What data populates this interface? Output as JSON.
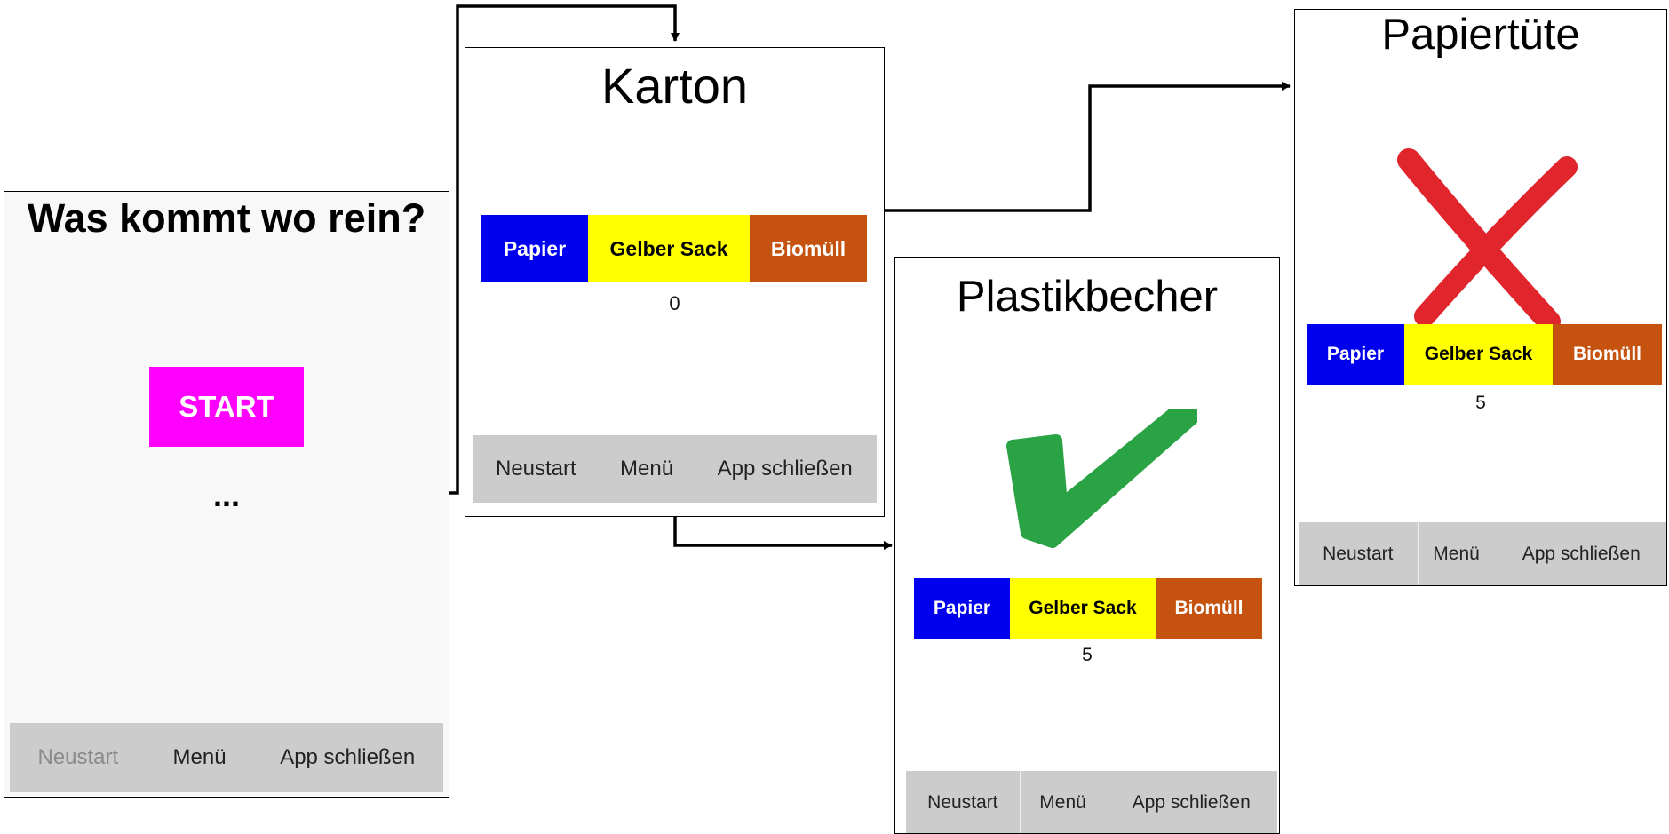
{
  "colors": {
    "papier": "#0000ee",
    "gelber_sack": "#ffff00",
    "biomuell": "#c6520f",
    "start_button": "#ff00ff",
    "check_mark": "#2aa345",
    "cross_mark": "#e0262c",
    "bottom_bar": "#cccccc"
  },
  "start_screen": {
    "title": "Was kommt wo rein?",
    "start_label": "START",
    "dots": "...",
    "bottom_bar": {
      "restart": "Neustart",
      "menu": "Menü",
      "close": "App schließen"
    }
  },
  "karton_screen": {
    "title": "Karton",
    "bins": {
      "papier": "Papier",
      "gelber_sack": "Gelber Sack",
      "biomuell": "Biomüll"
    },
    "score": "0",
    "bottom_bar": {
      "restart": "Neustart",
      "menu": "Menü",
      "close": "App schließen"
    }
  },
  "plastik_screen": {
    "title": "Plastikbecher",
    "feedback_icon": "check-mark-icon",
    "bins": {
      "papier": "Papier",
      "gelber_sack": "Gelber Sack",
      "biomuell": "Biomüll"
    },
    "score": "5",
    "bottom_bar": {
      "restart": "Neustart",
      "menu": "Menü",
      "close": "App schließen"
    }
  },
  "papiertuete_screen": {
    "title": "Papiertüte",
    "feedback_icon": "cross-mark-icon",
    "bins": {
      "papier": "Papier",
      "gelber_sack": "Gelber Sack",
      "biomuell": "Biomüll"
    },
    "score": "5",
    "bottom_bar": {
      "restart": "Neustart",
      "menu": "Menü",
      "close": "App schließen"
    }
  }
}
